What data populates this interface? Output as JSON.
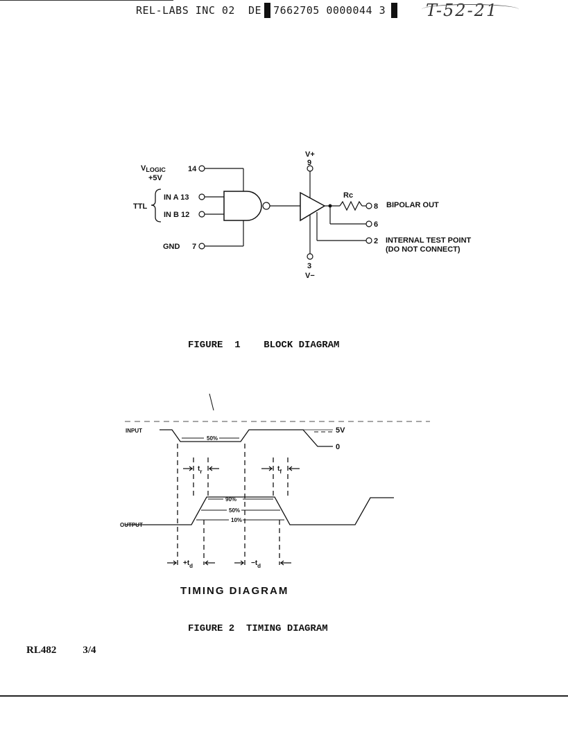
{
  "header": {
    "text": "REL-LABS INC 02  DE",
    "code": "7662705 0000044 3",
    "handwritten_ref": "T-52-21"
  },
  "block_diagram": {
    "vlogic_label": "V",
    "vlogic_sub": "LOGIC",
    "vlogic_voltage": "+5V",
    "pin_vlogic": "14",
    "ttl_label": "TTL",
    "in_a": "IN  A 13",
    "in_b": "IN  B 12",
    "gnd_label": "GND",
    "pin_gnd": "7",
    "vplus": "V+",
    "pin_vplus": "9",
    "rc_label": "Rc",
    "pin_out": "8",
    "bipolar_out": "BIPOLAR OUT",
    "pin_6": "6",
    "pin_2": "2",
    "internal_test_point": "INTERNAL TEST POINT",
    "do_not_connect": "(DO NOT CONNECT)",
    "pin_vminus": "3",
    "vminus": "V−"
  },
  "figure1_caption": "FIGURE  1    BLOCK DIAGRAM",
  "timing_diagram": {
    "input_label": "INPUT",
    "output_label": "OUTPUT",
    "fifty_input": "50%",
    "level_5v": "5V",
    "level_0": "0",
    "tr": "t",
    "tr_sub": "r",
    "tf": "t",
    "tf_sub": "f",
    "ninety": "90%",
    "fifty": "50%",
    "ten": "10%",
    "td_plus": "+t",
    "td_minus": "−t",
    "td_sub": "d",
    "title": "TIMING DIAGRAM"
  },
  "figure2_caption": "FIGURE 2  TIMING DIAGRAM",
  "footer": {
    "part": "RL482",
    "page": "3/4"
  }
}
